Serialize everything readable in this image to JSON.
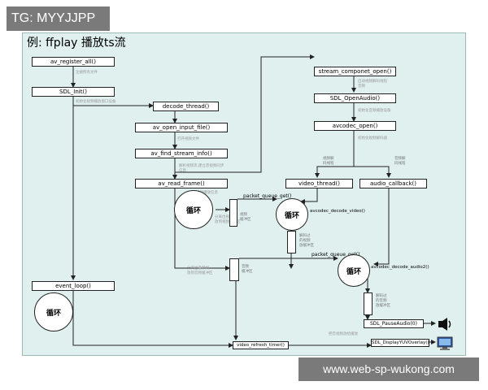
{
  "overlay": {
    "tag": "TG: MYYJJPP",
    "site": "www.web-sp-wukong.com"
  },
  "title": "例: ffplay 播放ts流",
  "nodes": {
    "av_register_all": "av_register_all()",
    "sdl_init": "SDL_Init()",
    "decode_thread": "decode_thread()",
    "av_open_input_file": "av_open_input_file()",
    "av_find_stream_info": "av_find_stream_info()",
    "av_read_frame": "av_read_frame()",
    "event_loop": "event_loop()",
    "stream_componet_open": "stream_componet_open()",
    "sdl_openaudio": "SDL_OpenAudio()",
    "avcodec_open": "avcodec_open()",
    "video_thread": "video_thread()",
    "audio_callback": "audio_callback()",
    "sdl_pauseaudio": "SDL_PauseAudio(0)",
    "sdl_displayyuvoverlay": "SDL_DisplayYUVOverlay()",
    "video_refresh_timer": "video_refresh_timer()"
  },
  "loops": {
    "label": "循环"
  },
  "labels": {
    "packet_queue_get_video": "packet_queue_get()",
    "packet_queue_get_audio": "packet_queue_get()",
    "avcodec_decode_video": "avcodec_decode_video()",
    "avcodec_decode_audio2": "avcodec_decode_audio2()"
  },
  "notes": {
    "n1": "注册所有文件",
    "n2": "初始化视频播放窗口设备",
    "n3": "打开视频文件",
    "n4": "解析视频流,建立音视频同步\n信息",
    "n5": "读取视频播放信息",
    "n6": "分离出视频帧\n放到视频缓冲区",
    "n7": "分离出音频帧\n放到音频缓冲区",
    "n8": "视频\n缓冲区",
    "n9": "音频\n缓冲区",
    "n10": "启动视频解码线程\n音频",
    "n11": "初始化音频播放设备",
    "n12": "初始化视频解码器",
    "n13": "视频解\n码线程",
    "n14": "音频解\n码线程",
    "n15": "解码过\n的视频\n放缓冲区",
    "n16": "解码过\n的音频\n放缓冲区",
    "n17": "把音视频放给播放",
    "n18": "播放音频"
  },
  "icons": {
    "speaker": "speaker-icon",
    "monitor": "monitor-icon"
  }
}
